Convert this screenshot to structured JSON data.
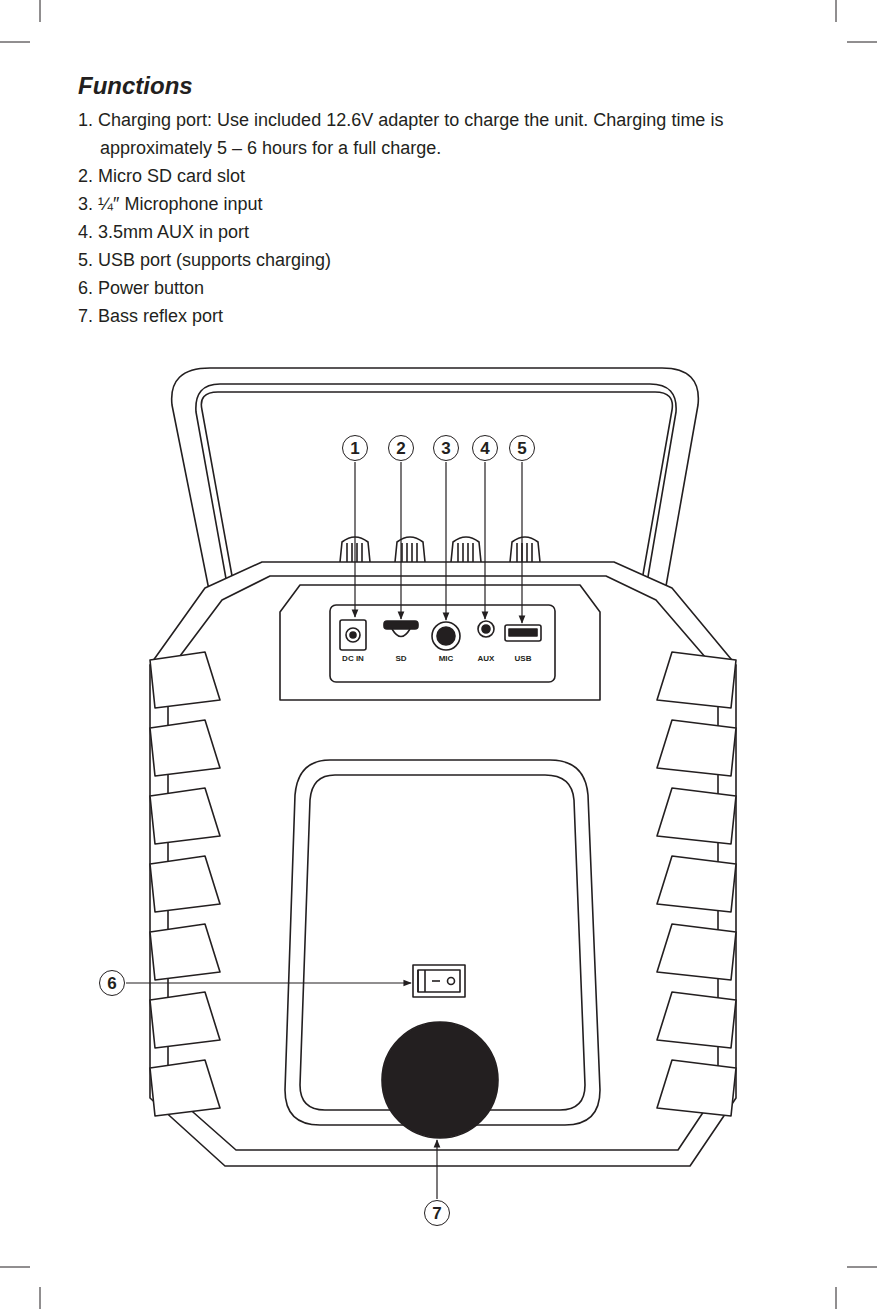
{
  "diagram": {
    "title": "Functions",
    "nodes": [
      {
        "text": [
          "1"
        ]
      },
      {
        "text": [
          "2"
        ]
      },
      {
        "text": [
          "3"
        ]
      },
      {
        "text": [
          "4"
        ]
      },
      {
        "text": [
          "5"
        ]
      },
      {
        "text": [
          "6"
        ]
      },
      {
        "text": [
          "7"
        ]
      }
    ],
    "labels": [
      "1. Charging port: Use included 12.6V adapter to charge the unit. Charging time is approximately 5 – 6 hours for a full charge.",
      "2. Micro SD card slot",
      "3. ¼″ Microphone input",
      "4. 3.5mm AUX in port",
      "5. USB port (supports charging)",
      "6. Power button",
      "7. Bass reflex port",
      "DC IN",
      "SD",
      "MIC",
      "AUX",
      "USB"
    ]
  }
}
